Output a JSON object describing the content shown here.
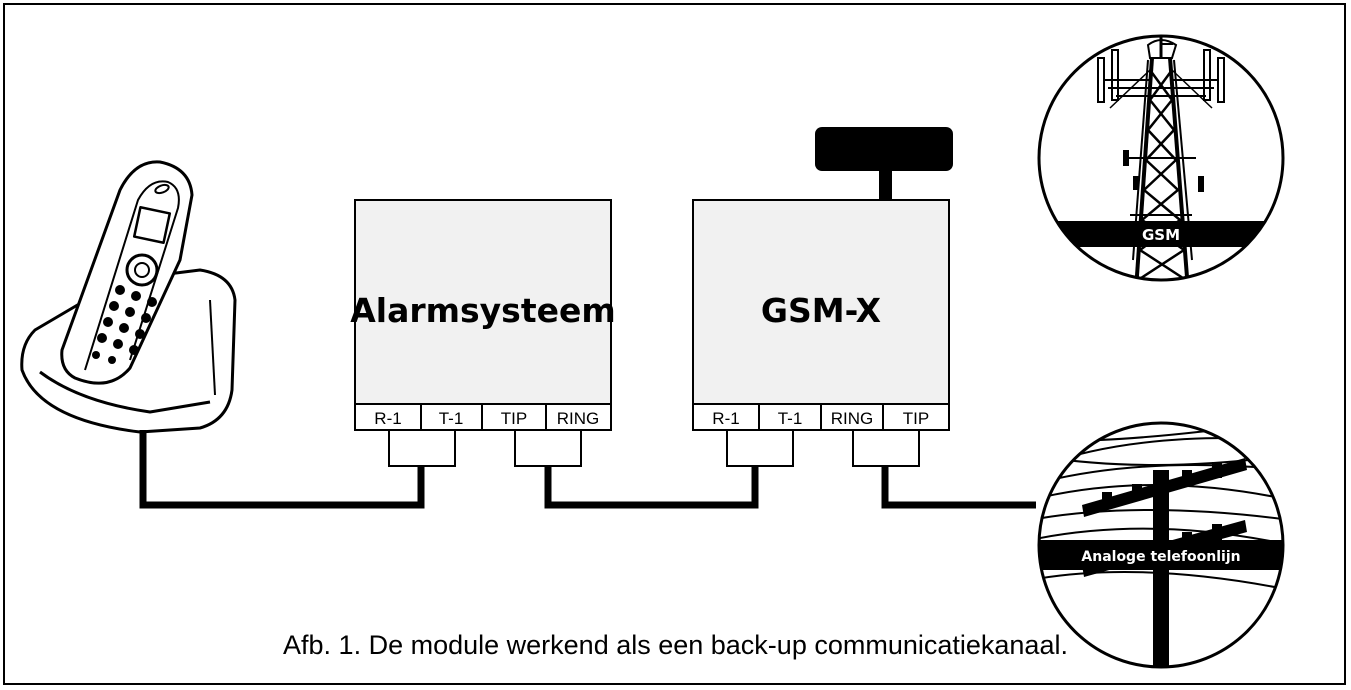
{
  "devices": {
    "alarm": {
      "title": "Alarmsysteem",
      "terminals": [
        "R-1",
        "T-1",
        "TIP",
        "RING"
      ]
    },
    "gsmx": {
      "title": "GSM-X",
      "terminals": [
        "R-1",
        "T-1",
        "RING",
        "TIP"
      ]
    }
  },
  "gsm_tower": {
    "label": "GSM"
  },
  "phone_line": {
    "label": "Analoge telefoonlijn"
  },
  "caption": "Afb. 1. De module werkend als een back-up communicatiekanaal."
}
